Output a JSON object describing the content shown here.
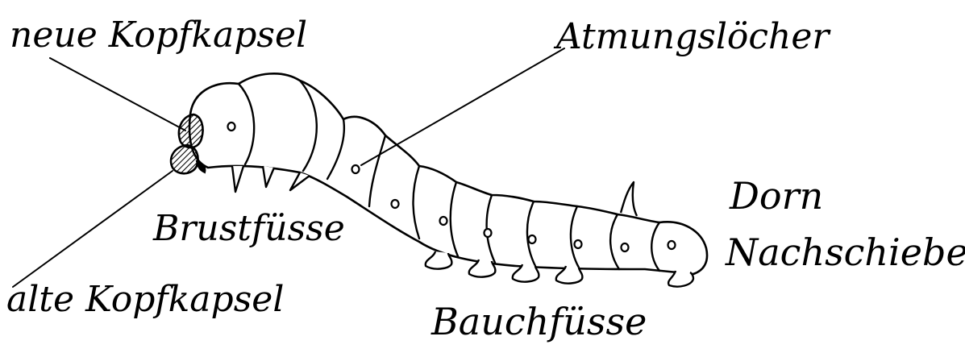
{
  "labels": {
    "neue_kopfkapsel": "neue Kopfkapsel",
    "atmungsloecher": "Atmungslöcher",
    "dorn": "Dorn",
    "nachschieber": "Nachschieber",
    "brustfuesse": "Brustfüsse",
    "alte_kopfkapsel": "alte Kopfkapsel",
    "bauchfuesse": "Bauchfüsse"
  },
  "colors": {
    "ink": "#000000",
    "paper": "#ffffff"
  }
}
